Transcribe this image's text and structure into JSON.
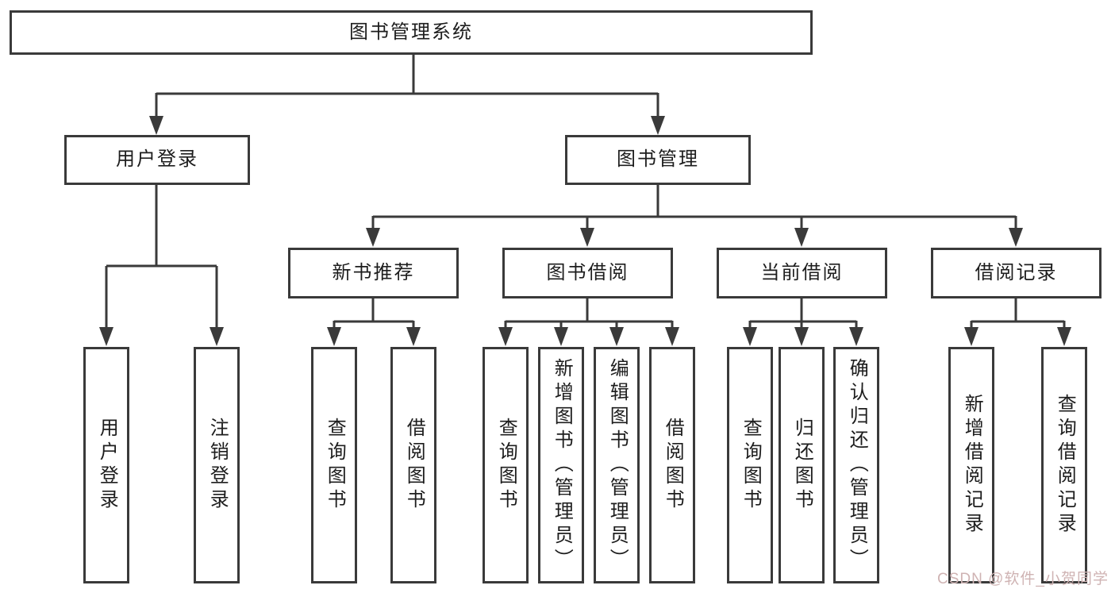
{
  "palette": {
    "line": "#3a3a3a",
    "text": "#1d1d1d",
    "background": "#ffffff",
    "watermark_color": "#cfb3b3"
  },
  "tree": {
    "label": "图书管理系统",
    "children": [
      {
        "label": "用户登录",
        "children": [
          {
            "label": "用户登录"
          },
          {
            "label": "注销登录"
          }
        ]
      },
      {
        "label": "图书管理",
        "children": [
          {
            "label": "新书推荐",
            "children": [
              {
                "label": "查询图书"
              },
              {
                "label": "借阅图书"
              }
            ]
          },
          {
            "label": "图书借阅",
            "children": [
              {
                "label": "查询图书"
              },
              {
                "label": "新增图书（管理员）"
              },
              {
                "label": "编辑图书（管理员）"
              },
              {
                "label": "借阅图书"
              }
            ]
          },
          {
            "label": "当前借阅",
            "children": [
              {
                "label": "查询图书"
              },
              {
                "label": "归还图书"
              },
              {
                "label": "确认归还（管理员）"
              }
            ]
          },
          {
            "label": "借阅记录",
            "children": [
              {
                "label": "新增借阅记录"
              },
              {
                "label": "查询借阅记录"
              }
            ]
          }
        ]
      }
    ]
  },
  "watermark": {
    "text": "CSDN @软件_小贺同学"
  }
}
